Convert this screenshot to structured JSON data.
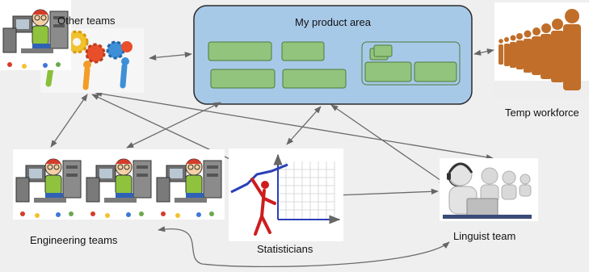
{
  "labels": {
    "product_area": "My product area",
    "other_teams": "Other  teams",
    "temp_workforce": "Temp workforce",
    "engineering_teams": "Engineering teams",
    "statisticians": "Statisticians",
    "linguist_team": "Linguist team"
  },
  "colors": {
    "background": "#efefef",
    "product_fill": "#a7c9e8",
    "product_stroke": "#2b2b2b",
    "block_fill": "#93c47d",
    "block_stroke": "#4d7a3a",
    "arrow": "#6b6b6b"
  },
  "icons": [
    "gears-people-icon",
    "people-line-icon",
    "engineer-at-computer-icon",
    "statistician-chart-icon",
    "call-center-headset-icon"
  ]
}
